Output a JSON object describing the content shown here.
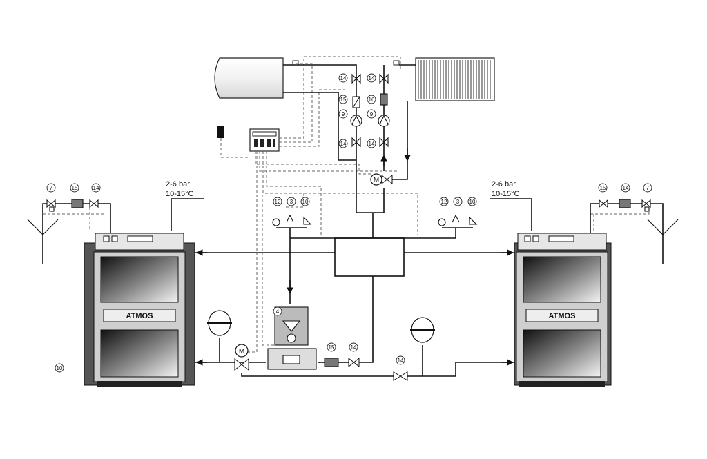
{
  "boilers": [
    {
      "id": "left",
      "brand": "ATMOS"
    },
    {
      "id": "right",
      "brand": "ATMOS"
    }
  ],
  "cold_water": {
    "left": {
      "pressure": "2-6 bar",
      "temperature": "10-15°C"
    },
    "right": {
      "pressure": "2-6 bar",
      "temperature": "10-15°C"
    }
  },
  "component_numbers": {
    "left_safety_valves": [
      "7",
      "15",
      "14"
    ],
    "right_safety_valves": [
      "15",
      "14",
      "7"
    ],
    "left_gauges": [
      "12",
      "3",
      "10"
    ],
    "right_gauges": [
      "12",
      "3",
      "10"
    ],
    "pump_group_left": [
      "14",
      "15",
      "9",
      "14"
    ],
    "pump_group_right": [
      "14",
      "16",
      "9",
      "14"
    ],
    "mixing_unit": "4",
    "filter_valve": [
      "15",
      "14"
    ],
    "bypass_valve": "14",
    "boiler_marker": "10"
  },
  "labels": {
    "motor": "M"
  },
  "colors": {
    "line": "#1a1a1a",
    "dashed": "#666666",
    "boiler_body": "#6a6a6a",
    "boiler_face": "#d9d9d9"
  }
}
